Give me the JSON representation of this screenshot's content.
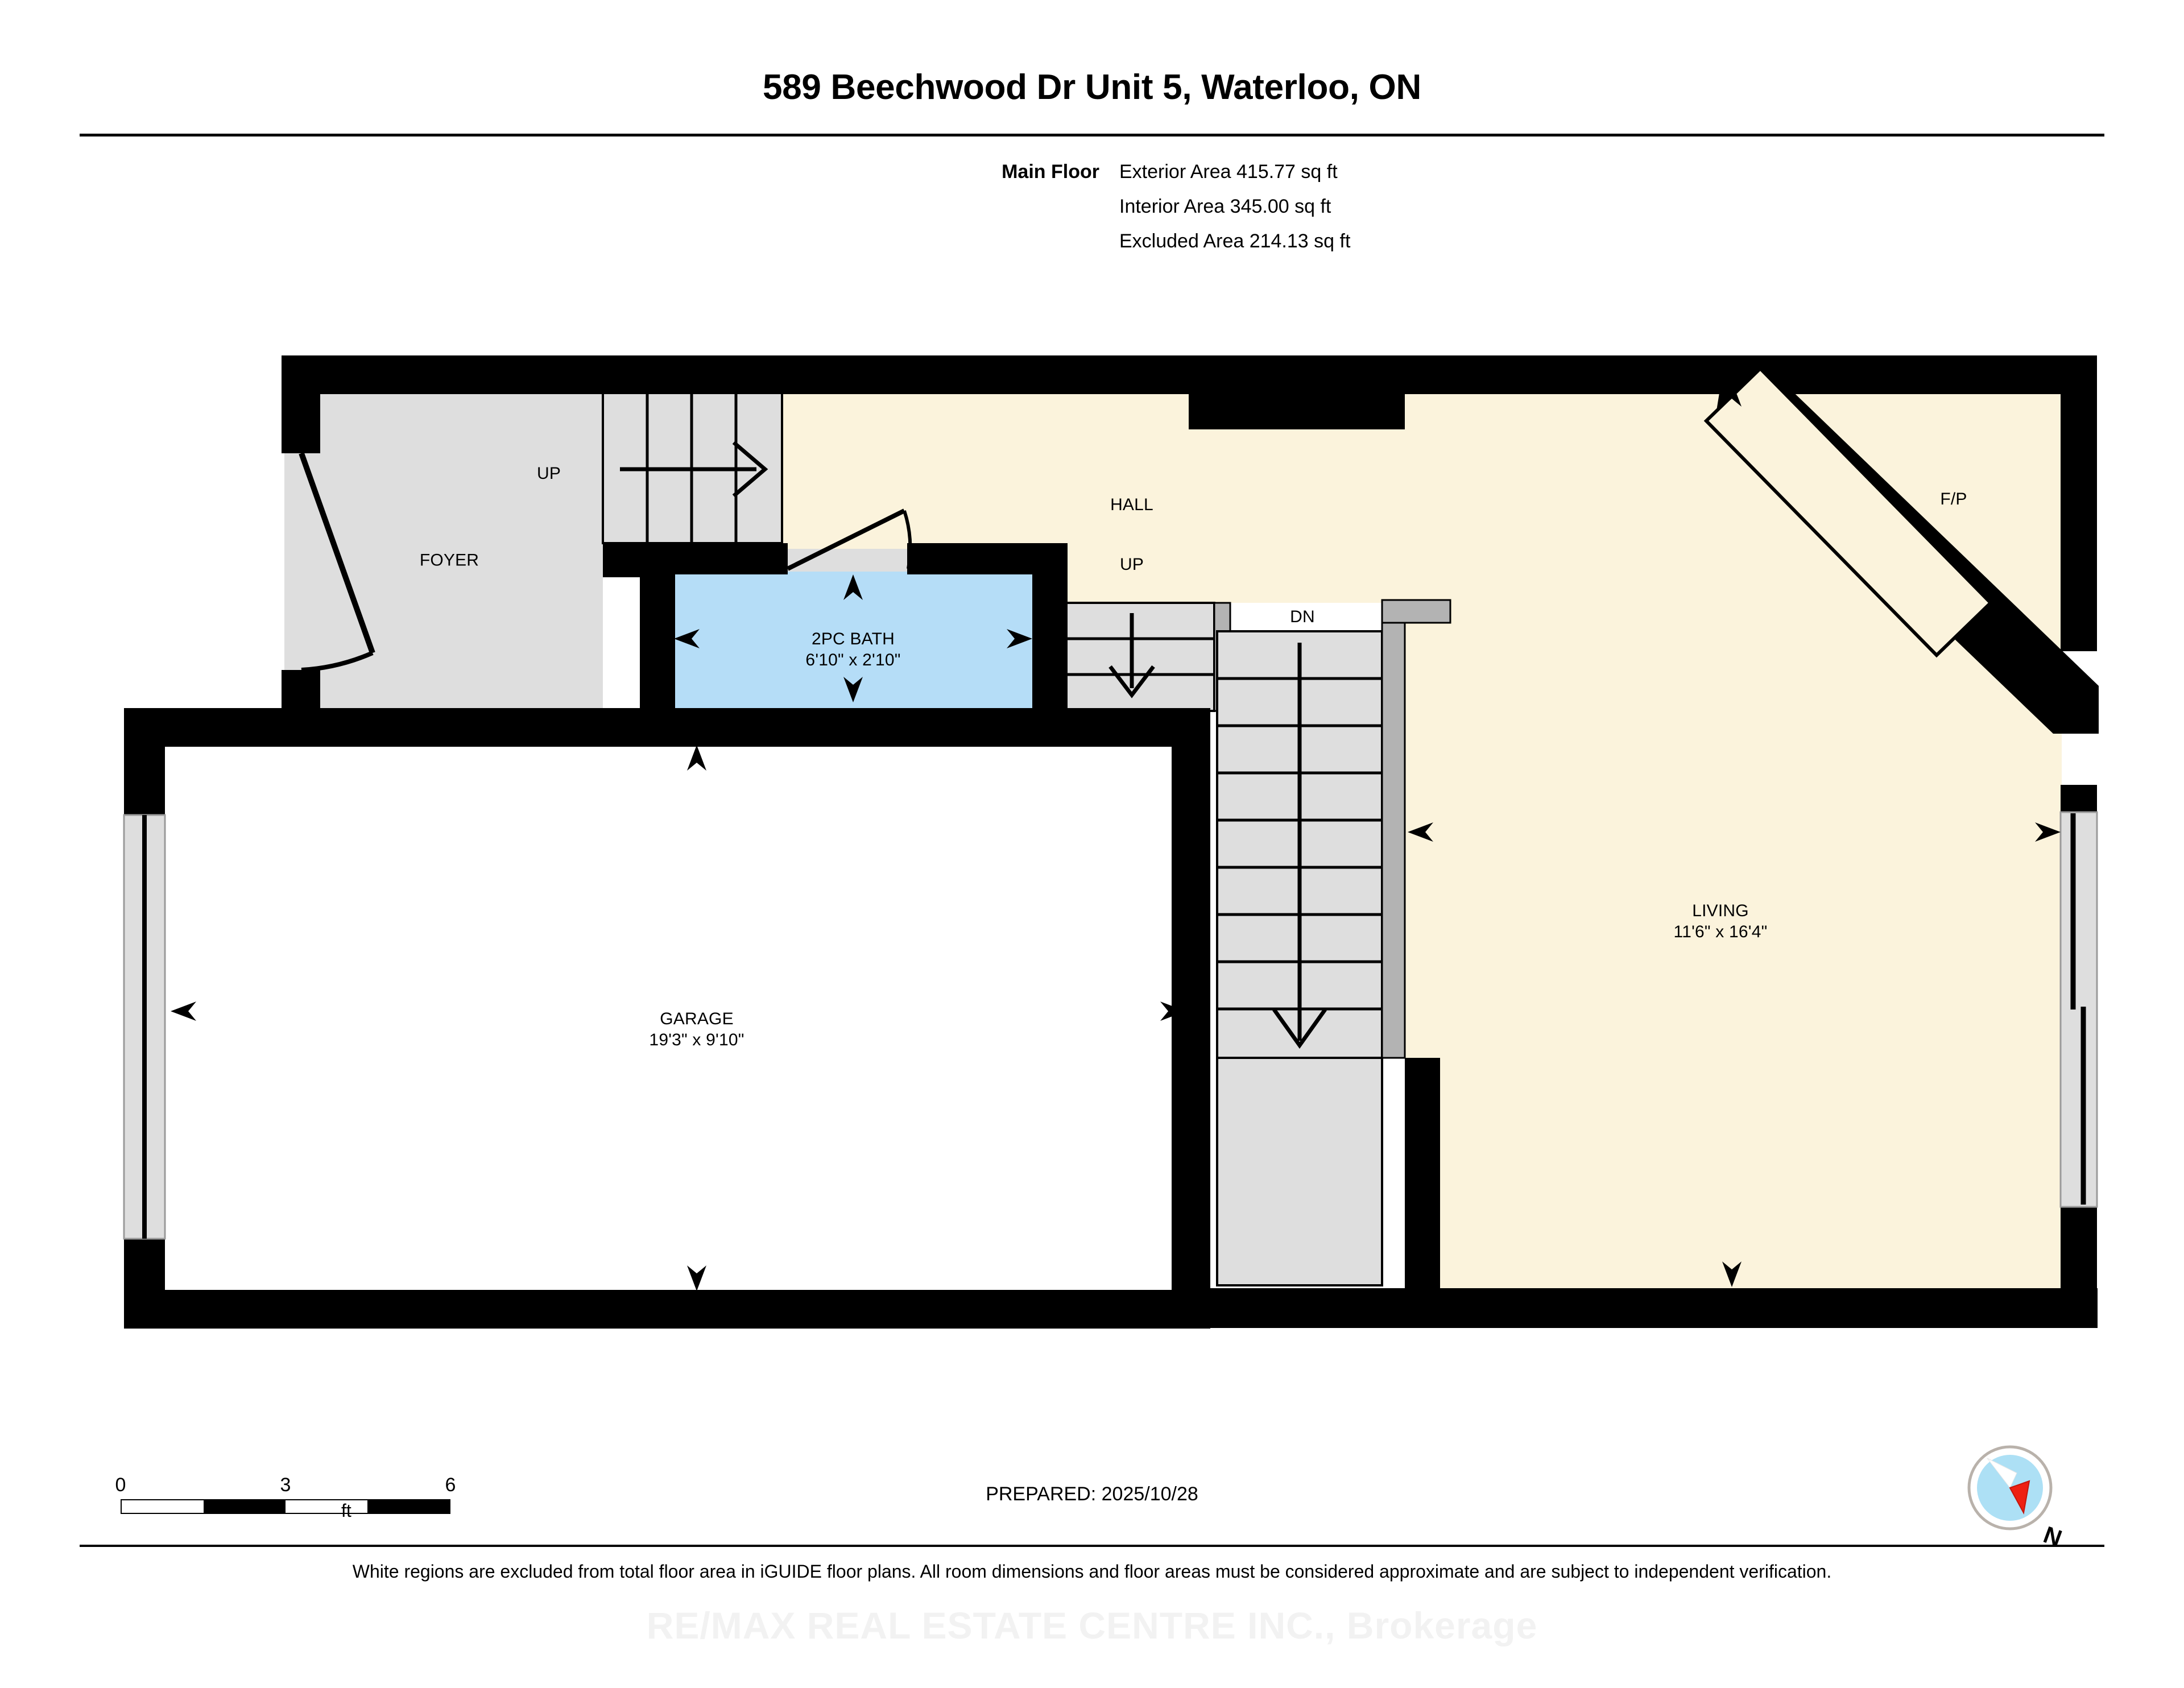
{
  "header": {
    "title": "589 Beechwood Dr Unit 5, Waterloo, ON"
  },
  "area_summary": {
    "floor_name": "Main Floor",
    "exterior_area": "Exterior Area 415.77 sq ft",
    "interior_area": "Interior Area 345.00 sq ft",
    "excluded_area": "Excluded Area 214.13 sq ft"
  },
  "floorplan": {
    "rooms": [
      {
        "name": "FOYER",
        "dimensions": ""
      },
      {
        "name": "2PC BATH",
        "dimensions": "6'10\" x 2'10\""
      },
      {
        "name": "GARAGE",
        "dimensions": "19'3\" x 9'10\""
      },
      {
        "name": "LIVING",
        "dimensions": "11'6\" x 16'4\""
      },
      {
        "name": "HALL",
        "dimensions": ""
      }
    ],
    "tags": {
      "up_foyer": "UP",
      "up_hall": "UP",
      "dn": "DN",
      "fireplace": "F/P"
    },
    "colors": {
      "interior_fill": "#fbf3dc",
      "excluded_fill": "#ffffff",
      "stairs_fill": "#dedede",
      "bath_fill": "#b5ddf7",
      "wall": "#000000",
      "railing": "#b3b3b3"
    }
  },
  "footer": {
    "scale": {
      "ticks": [
        "0",
        "3",
        "6"
      ],
      "unit": "ft"
    },
    "prepared": "PREPARED: 2025/10/28",
    "compass_label": "N",
    "disclaimer": "White regions are excluded from total floor area in iGUIDE floor plans. All room dimensions and floor areas must be considered approximate and are subject to independent verification.",
    "watermark": "RE/MAX REAL ESTATE CENTRE INC., Brokerage"
  }
}
